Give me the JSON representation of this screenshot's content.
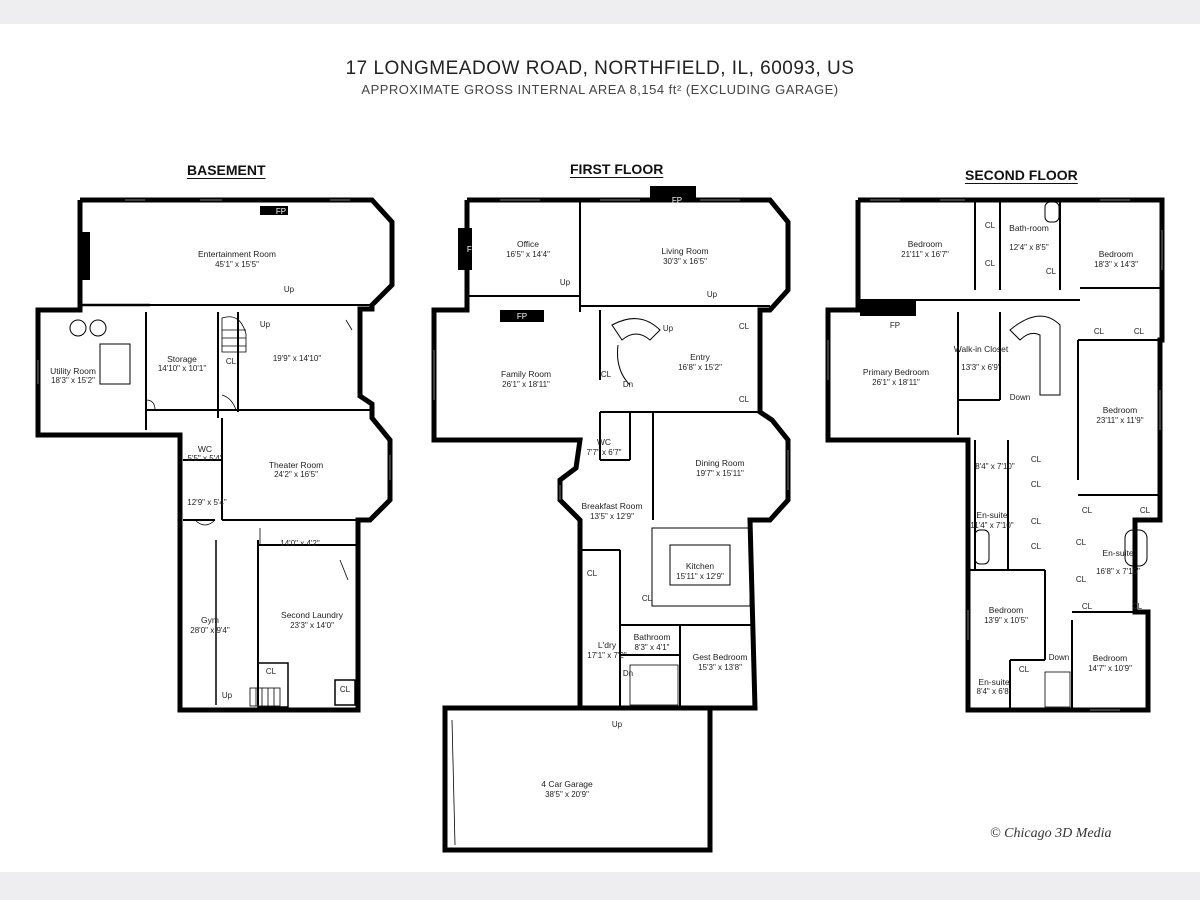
{
  "title": {
    "address": "17 LONGMEADOW ROAD, NORTHFIELD, IL, 60093, US",
    "area_note": "APPROXIMATE GROSS INTERNAL AREA 8,154 ft² (EXCLUDING GARAGE)"
  },
  "floors": {
    "basement": {
      "label": "BASEMENT",
      "rooms": {
        "entertainment": {
          "name": "Entertainment Room",
          "dims": "45'1\" x 15'5\""
        },
        "utility": {
          "name": "Utility Room",
          "dims": "18'3\" x 15'2\""
        },
        "storage": {
          "name": "Storage",
          "dims": "14'10\" x 10'1\""
        },
        "unnamed": {
          "dims": "19'9\" x 14'10\""
        },
        "wc": {
          "name": "WC",
          "dims": "5'5\" x 5'4\""
        },
        "theater": {
          "name": "Theater Room",
          "dims": "24'2\" x 16'5\""
        },
        "small": {
          "dims": "12'9\" x 5'4\""
        },
        "hall": {
          "dims": "14'0\" x 4'2\""
        },
        "gym": {
          "name": "Gym",
          "dims": "28'0\" x 9'4\""
        },
        "laundry": {
          "name": "Second Laundry",
          "dims": "23'3\" x 14'0\""
        }
      }
    },
    "first": {
      "label": "FIRST FLOOR",
      "rooms": {
        "office": {
          "name": "Office",
          "dims": "16'5\" x 14'4\""
        },
        "living": {
          "name": "Living Room",
          "dims": "30'3\" x 16'5\""
        },
        "family": {
          "name": "Family Room",
          "dims": "26'1\" x 18'11\""
        },
        "entry": {
          "name": "Entry",
          "dims": "16'8\" x 15'2\""
        },
        "wc": {
          "name": "WC",
          "dims": "7'7\" x 6'7\""
        },
        "dining": {
          "name": "Dining Room",
          "dims": "19'7\" x 15'11\""
        },
        "breakfast": {
          "name": "Breakfast Room",
          "dims": "13'5\" x 12'9\""
        },
        "kitchen": {
          "name": "Kitchen",
          "dims": "15'11\" x 12'9\""
        },
        "bathroom": {
          "name": "Bathroom",
          "dims": "8'3\" x 4'1\""
        },
        "laundry": {
          "name": "L'dry",
          "dims": "17'1\" x 7'2\""
        },
        "guest": {
          "name": "Gest Bedroom",
          "dims": "15'3\" x 13'8\""
        },
        "garage": {
          "name": "4 Car Garage",
          "dims": "38'5\" x 20'9\""
        }
      }
    },
    "second": {
      "label": "SECOND FLOOR",
      "rooms": {
        "bed1": {
          "name": "Bedroom",
          "dims": "21'11\" x 16'7\""
        },
        "bath": {
          "name": "Bath-room",
          "dims": "12'4\" x 8'5\""
        },
        "bed2": {
          "name": "Bedroom",
          "dims": "18'3\" x 14'3\""
        },
        "primary": {
          "name": "Primary Bedroom",
          "dims": "26'1\" x 18'11\""
        },
        "walkin": {
          "name": "Walk-in Closet",
          "dims": "13'3\" x 6'9\""
        },
        "bed3": {
          "name": "Bedroom",
          "dims": "23'11\" x 11'9\""
        },
        "closet84": {
          "dims": "8'4\" x 7'10\""
        },
        "ensuite1": {
          "name": "En-suite",
          "dims": "11'4\" x 7'10\""
        },
        "ensuite2": {
          "name": "En-suite",
          "dims": "16'8\" x 7'10\""
        },
        "bed4": {
          "name": "Bedroom",
          "dims": "13'9\" x 10'5\""
        },
        "ensuite3": {
          "name": "En-suite",
          "dims": "8'4\" x 6'8\""
        },
        "bed5": {
          "name": "Bedroom",
          "dims": "14'7\" x 10'9\""
        }
      }
    }
  },
  "labels": {
    "fp": "FP",
    "cl": "CL",
    "up": "Up",
    "down": "Down",
    "dn": "Dn"
  },
  "credit": "© Chicago 3D Media"
}
